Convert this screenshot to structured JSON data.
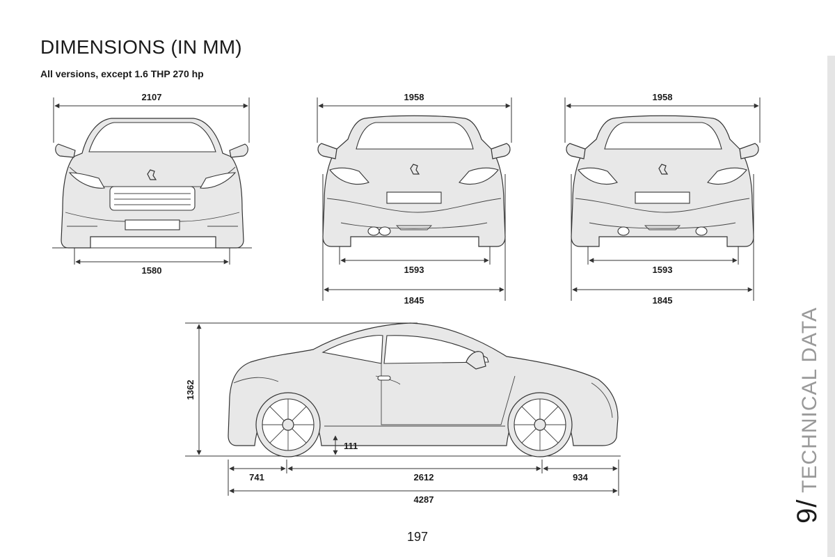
{
  "page": {
    "title": "DIMENSIONS (IN MM)",
    "subtitle": "All versions, except 1.6 THP 270 hp",
    "page_number": "197",
    "chapter_number": "9/",
    "chapter_title": "TECHNICAL DATA"
  },
  "front_view": {
    "overall_width_mirrors": "2107",
    "front_track": "1580"
  },
  "rear_view_1": {
    "overall_width_mirrors": "1958",
    "rear_track": "1593",
    "overall_width": "1845"
  },
  "rear_view_2": {
    "overall_width_mirrors": "1958",
    "rear_track": "1593",
    "overall_width": "1845"
  },
  "side_view": {
    "height": "1362",
    "ground_clearance": "111",
    "front_overhang": "741",
    "wheelbase": "2612",
    "rear_overhang": "934",
    "overall_length": "4287"
  },
  "colors": {
    "line": "#333333",
    "sidebar": "#e5e5e5",
    "chapter_text": "#999999"
  }
}
